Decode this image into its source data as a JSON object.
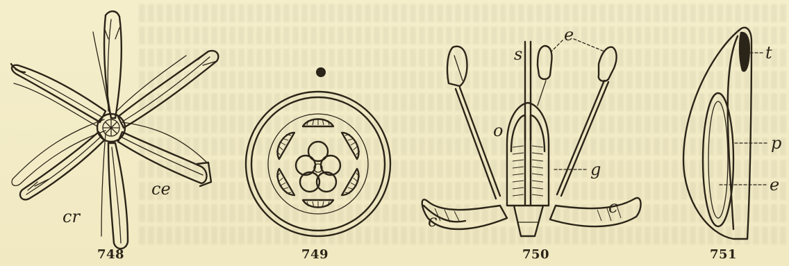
{
  "figures": [
    {
      "number": "748",
      "labels": [
        "cr",
        "ce"
      ]
    },
    {
      "number": "749",
      "labels": []
    },
    {
      "number": "750",
      "labels": [
        "s",
        "e",
        "o",
        "g",
        "c",
        "c"
      ]
    },
    {
      "number": "751",
      "labels": [
        "t",
        "p",
        "e"
      ]
    }
  ]
}
